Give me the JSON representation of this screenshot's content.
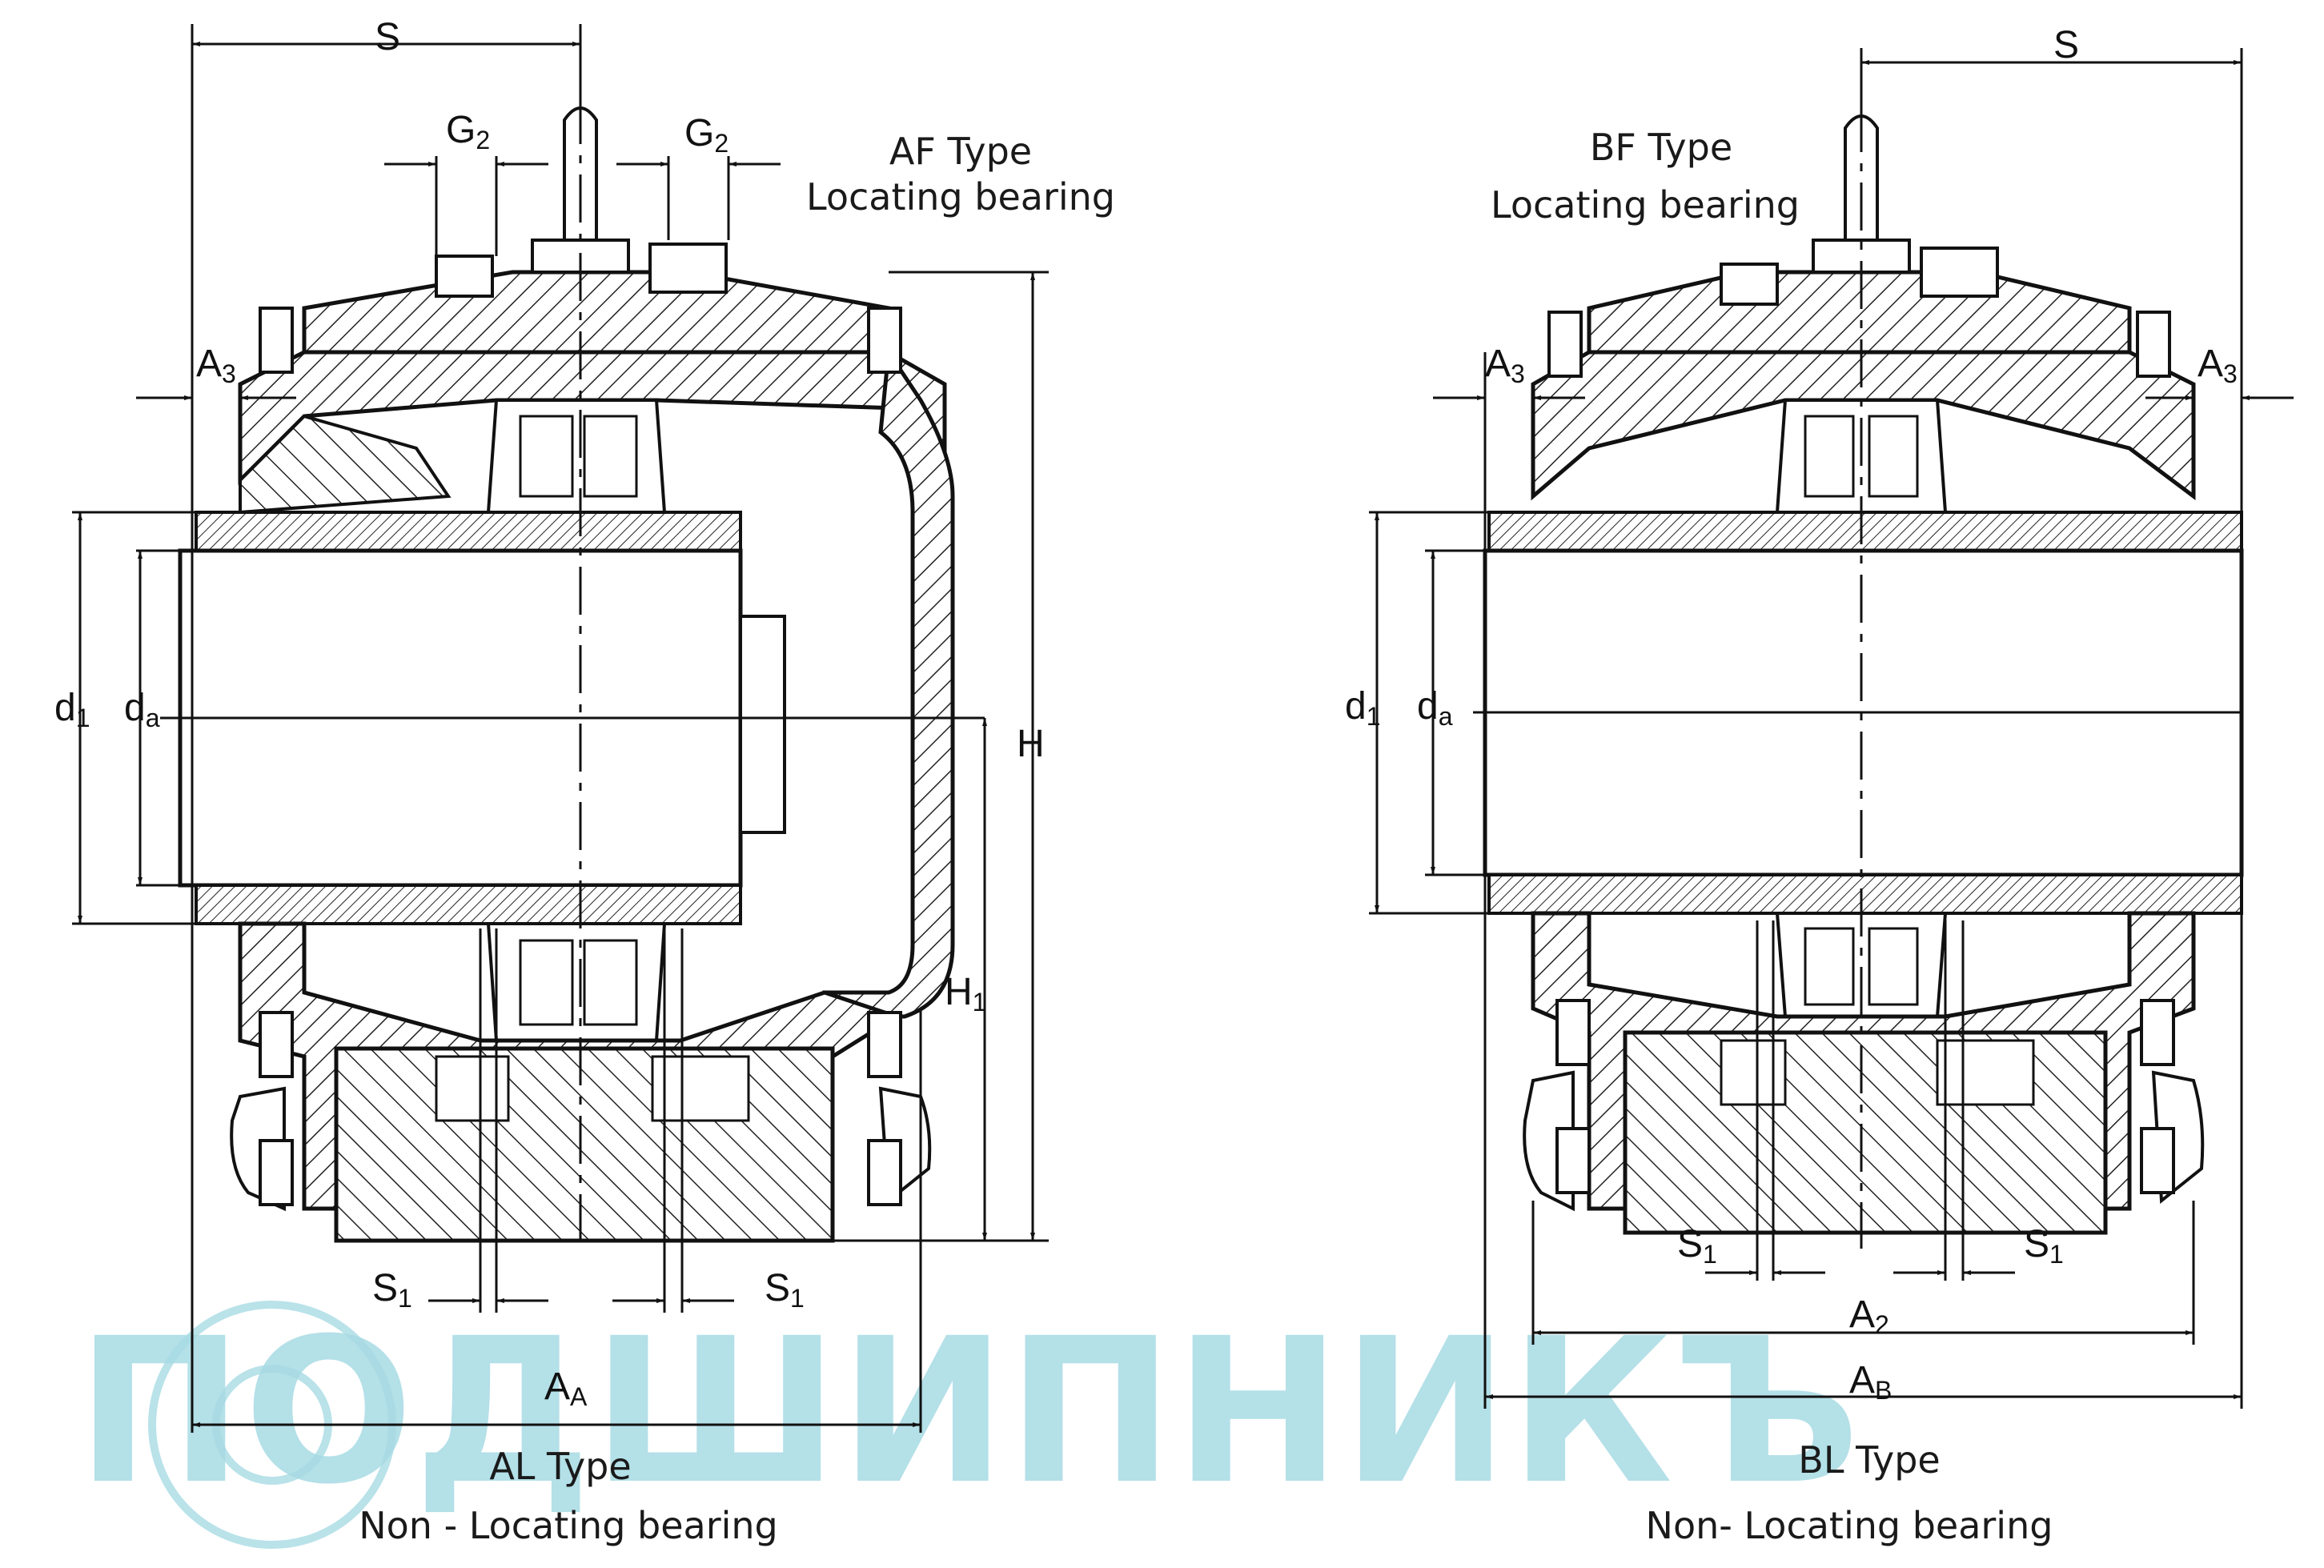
{
  "left_figure": {
    "top_type": "AF Type",
    "top_desc": "Locating bearing",
    "bottom_type": "AL Type",
    "bottom_desc": "Non - Locating bearing",
    "dims": {
      "s_main": "S",
      "s_sub": "",
      "g2_left_main": "G",
      "g2_left_sub": "2",
      "g2_right_main": "G",
      "g2_right_sub": "2",
      "a3_main": "A",
      "a3_sub": "3",
      "d1_main": "d",
      "d1_sub": "1",
      "da_main": "d",
      "da_sub": "a",
      "h_main": "H",
      "h_sub": "",
      "h1_main": "H",
      "h1_sub": "1",
      "s1_left_main": "S",
      "s1_left_sub": "1",
      "s1_right_main": "S",
      "s1_right_sub": "1",
      "aa_main": "A",
      "aa_sub": "A"
    }
  },
  "right_figure": {
    "top_type": "BF Type",
    "top_desc": "Locating bearing",
    "bottom_type": "BL Type",
    "bottom_desc": "Non- Locating bearing",
    "dims": {
      "s_main": "S",
      "s_sub": "",
      "a3_left_main": "A",
      "a3_left_sub": "3",
      "a3_right_main": "A",
      "a3_right_sub": "3",
      "d1_main": "d",
      "d1_sub": "1",
      "da_main": "d",
      "da_sub": "a",
      "s1_left_main": "S",
      "s1_left_sub": "1",
      "s1_right_main": "S",
      "s1_right_sub": "1",
      "a2_main": "A",
      "a2_sub": "2",
      "ab_main": "A",
      "ab_sub": "B"
    }
  },
  "watermark": {
    "text": "ПОДШИПНИКЪ",
    "color": "#a8dbe4"
  }
}
